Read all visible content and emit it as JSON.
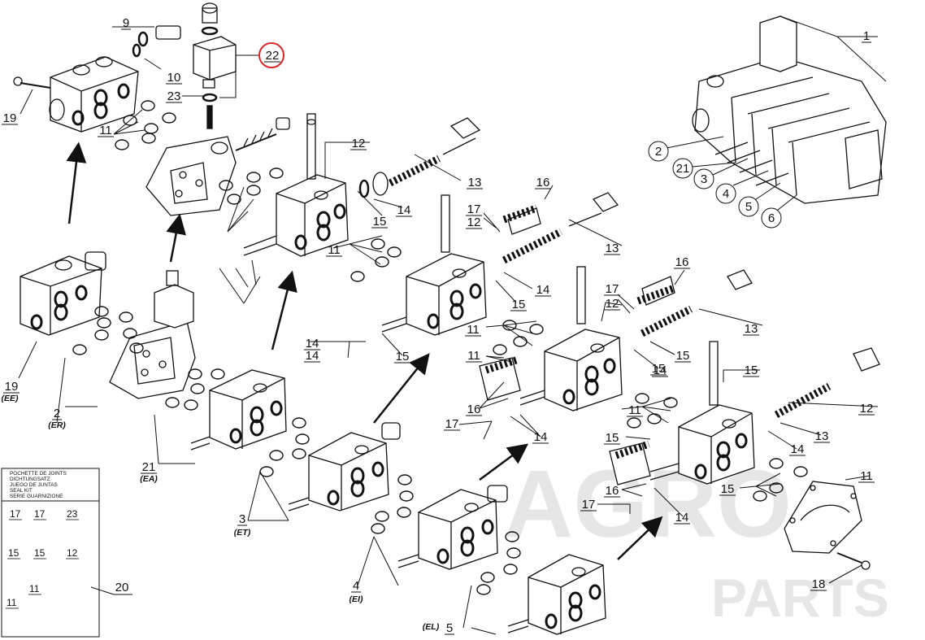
{
  "watermark": {
    "line1": "AGRO",
    "line2": "PARTS"
  },
  "highlight_color": "#d9262b",
  "seal_kit": {
    "header_lines": [
      "POCHETTE DE JOINTS",
      "DICHTUNGSATZ",
      "JUEGO DE JUNTAS",
      "SEAL KIT",
      "SERIE GUARNIZIONE"
    ],
    "part_labels": [
      "17",
      "17",
      "23",
      "15",
      "15",
      "12",
      "11",
      "11"
    ],
    "ref": "20"
  },
  "callouts": [
    {
      "text": "1"
    },
    {
      "text": "2"
    },
    {
      "text": "21"
    },
    {
      "text": "3"
    },
    {
      "text": "4"
    },
    {
      "text": "5"
    },
    {
      "text": "6"
    },
    {
      "text": "9"
    },
    {
      "text": "10"
    },
    {
      "text": "23"
    },
    {
      "text": "19"
    },
    {
      "text": "11"
    },
    {
      "text": "22"
    },
    {
      "text": "12"
    },
    {
      "text": "11"
    },
    {
      "text": "15"
    },
    {
      "text": "14"
    },
    {
      "text": "13"
    },
    {
      "text": "14"
    },
    {
      "text": "15"
    },
    {
      "text": "17"
    },
    {
      "text": "12"
    },
    {
      "text": "16"
    },
    {
      "text": "13"
    },
    {
      "text": "11"
    },
    {
      "text": "15"
    },
    {
      "text": "14"
    },
    {
      "text": "14"
    },
    {
      "text": "15"
    },
    {
      "text": "17"
    },
    {
      "text": "12"
    },
    {
      "text": "16"
    },
    {
      "text": "13"
    },
    {
      "text": "14"
    },
    {
      "text": "15"
    },
    {
      "text": "11"
    },
    {
      "text": "16"
    },
    {
      "text": "17"
    },
    {
      "text": "14"
    },
    {
      "text": "15"
    },
    {
      "text": "12"
    },
    {
      "text": "13"
    },
    {
      "text": "11"
    },
    {
      "text": "14"
    },
    {
      "text": "15"
    },
    {
      "text": "16"
    },
    {
      "text": "17"
    },
    {
      "text": "14"
    },
    {
      "text": "15"
    },
    {
      "text": "11"
    },
    {
      "text": "18"
    },
    {
      "text": "19"
    },
    {
      "text": "2"
    },
    {
      "text": "21"
    },
    {
      "text": "3"
    },
    {
      "text": "4"
    },
    {
      "text": "5"
    },
    {
      "text": "6"
    }
  ],
  "section_codes": [
    {
      "text": "(EE)"
    },
    {
      "text": "(ER)"
    },
    {
      "text": "(EA)"
    },
    {
      "text": "(ET)"
    },
    {
      "text": "(EI)"
    },
    {
      "text": "(EL)"
    }
  ]
}
